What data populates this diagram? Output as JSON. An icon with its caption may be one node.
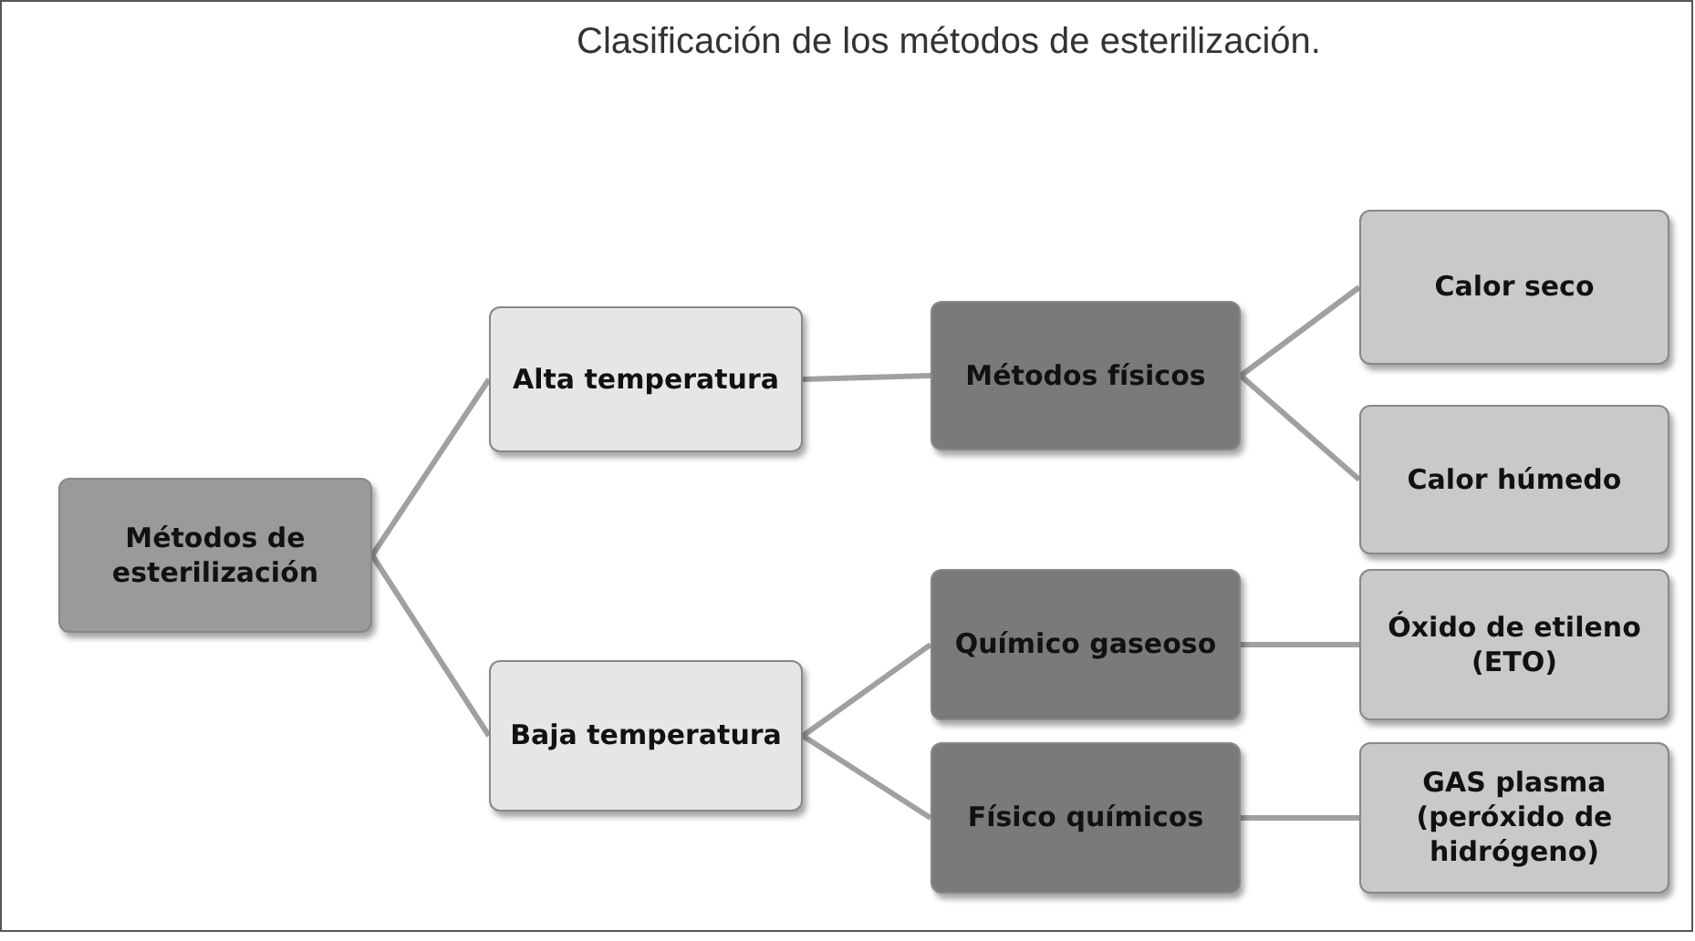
{
  "diagram": {
    "title": "Clasificación de los métodos de esterilización.",
    "nodes": [
      {
        "text": [
          "Métodos de esterilización"
        ]
      },
      {
        "text": [
          "Alta temperatura"
        ]
      },
      {
        "text": [
          "Baja temperatura"
        ]
      },
      {
        "text": [
          "Métodos físicos"
        ]
      },
      {
        "text": [
          "Calor seco"
        ]
      },
      {
        "text": [
          "Calor húmedo"
        ]
      },
      {
        "text": [
          "Químico gaseoso"
        ]
      },
      {
        "text": [
          "Óxido de etileno (ETO)"
        ]
      },
      {
        "text": [
          "Físico químicos"
        ]
      },
      {
        "text": [
          "GAS plasma (peróxido de hidrógeno)"
        ]
      }
    ],
    "edges": [
      {
        "from": 0,
        "to": 1,
        "arrow": "none"
      },
      {
        "from": 0,
        "to": 2,
        "arrow": "none"
      },
      {
        "from": 1,
        "to": 3,
        "arrow": "none"
      },
      {
        "from": 3,
        "to": 4,
        "arrow": "none"
      },
      {
        "from": 3,
        "to": 5,
        "arrow": "none"
      },
      {
        "from": 2,
        "to": 6,
        "arrow": "none"
      },
      {
        "from": 2,
        "to": 8,
        "arrow": "none"
      },
      {
        "from": 6,
        "to": 7,
        "arrow": "none"
      },
      {
        "from": 8,
        "to": 9,
        "arrow": "none"
      }
    ]
  }
}
